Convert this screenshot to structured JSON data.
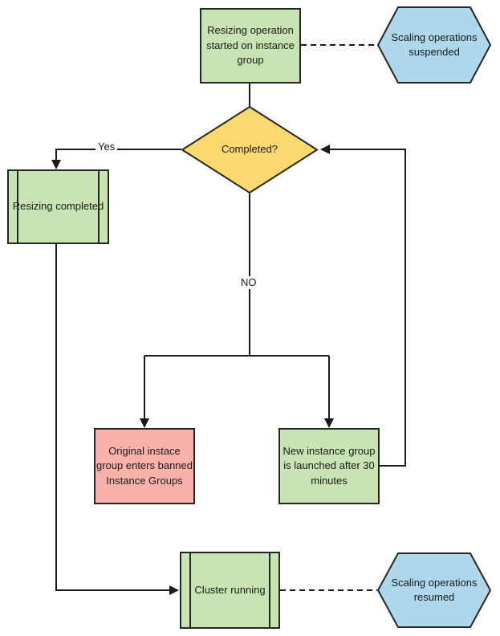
{
  "diagram": {
    "nodes": {
      "resizing_started": {
        "label": "Resizing operation started on instance group",
        "shape": "process",
        "fill": "#c8e4b2"
      },
      "scaling_suspended": {
        "label": "Scaling operations suspended",
        "shape": "hexagon",
        "fill": "#aed7ec"
      },
      "completed": {
        "label": "Completed?",
        "shape": "decision",
        "fill": "#fcd96d"
      },
      "resizing_completed": {
        "label": "Resizing completed",
        "shape": "subprocess",
        "fill": "#c8e4b2"
      },
      "banned_group": {
        "label": "Original instace group enters banned Instance Groups",
        "shape": "process",
        "fill": "#f8b2ab"
      },
      "new_group": {
        "label": "New instance group is launched after 30 minutes",
        "shape": "process",
        "fill": "#c8e4b2"
      },
      "cluster_running": {
        "label": "Cluster running",
        "shape": "subprocess",
        "fill": "#c8e4b2"
      },
      "scaling_resumed": {
        "label": "Scaling operations resumed",
        "shape": "hexagon",
        "fill": "#aed7ec"
      }
    },
    "edge_labels": {
      "yes": "Yes",
      "no": "NO"
    },
    "edges": [
      {
        "from": "resizing_started",
        "to": "scaling_suspended",
        "style": "dashed"
      },
      {
        "from": "resizing_started",
        "to": "completed",
        "style": "solid"
      },
      {
        "from": "completed",
        "to": "resizing_completed",
        "label": "Yes",
        "style": "solid"
      },
      {
        "from": "completed",
        "to": "banned_group",
        "label": "NO",
        "style": "solid"
      },
      {
        "from": "completed",
        "to": "new_group",
        "label": "NO",
        "style": "solid"
      },
      {
        "from": "new_group",
        "to": "completed",
        "style": "solid"
      },
      {
        "from": "resizing_completed",
        "to": "cluster_running",
        "style": "solid"
      },
      {
        "from": "cluster_running",
        "to": "scaling_resumed",
        "style": "dashed"
      }
    ],
    "palette": {
      "green": "#c8e4b2",
      "blue": "#aed7ec",
      "yellow": "#fcd96d",
      "pink": "#f8b2ab",
      "stroke": "#1a1a1a",
      "background": "#ffffff"
    }
  }
}
